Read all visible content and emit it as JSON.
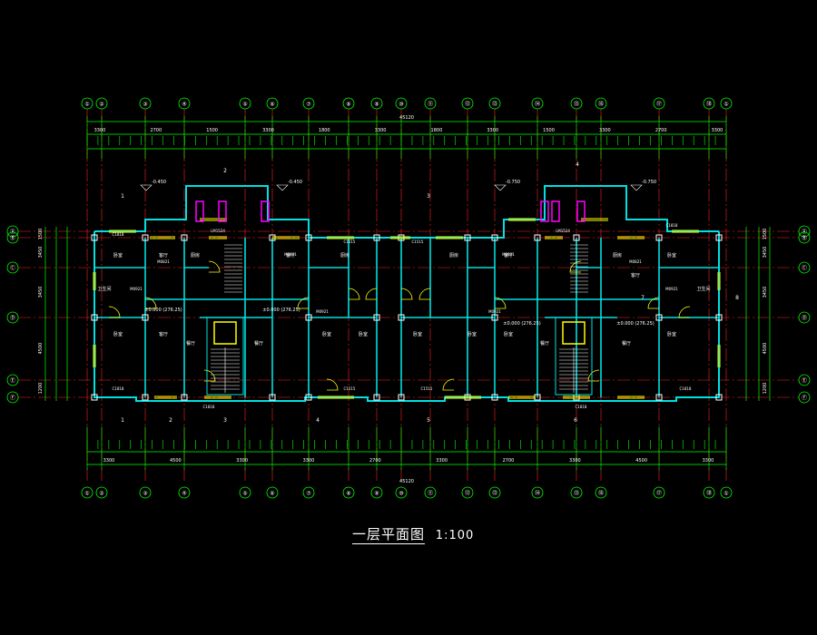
{
  "drawing": {
    "title": "一层平面图",
    "scale": "1:100",
    "colors": {
      "background": "#000000",
      "axis": "#ff2020",
      "dimension": "#00ff00",
      "wall": "#00e0e0",
      "window": "#ffff00",
      "door": "#ff00ff",
      "text": "#ffffff",
      "column": "#ffffff"
    }
  },
  "axes": {
    "top": [
      "①",
      "②",
      "③",
      "④",
      "⑤",
      "⑥",
      "⑦",
      "⑧",
      "⑨",
      "⑩",
      "⑪",
      "⑫",
      "⑬",
      "⑭",
      "⑮",
      "⑯",
      "⑰",
      "⑱"
    ],
    "side": [
      "Ⓐ",
      "Ⓑ",
      "Ⓒ",
      "Ⓓ",
      "Ⓔ",
      "Ⓕ"
    ]
  },
  "dimensions": {
    "top_overall": "45120",
    "bottom_overall": "45120",
    "top_row": [
      "3300",
      "2700",
      "1500",
      "3300",
      "1800",
      "3300",
      "1800",
      "3300",
      "1500",
      "3300",
      "2700",
      "3300"
    ],
    "bottom_row": [
      "3300",
      "4500",
      "3300",
      "3300",
      "2700",
      "3300",
      "2700",
      "3300",
      "4500",
      "3300"
    ],
    "side_left": [
      "1500",
      "3450",
      "3450",
      "4500",
      "1200"
    ],
    "side_right": [
      "1500",
      "3450",
      "3450",
      "4500",
      "1200"
    ]
  },
  "levels": {
    "left": "-0.450",
    "mid_left": "-0.450",
    "mid_right": "-0.750",
    "right": "-0.750",
    "floor_1": "±0.000 (276.25)",
    "floor_2": "±0.000 (276.25)",
    "floor_3": "±0.000 (276.25)",
    "floor_4": "±0.000 (276.25)"
  },
  "sections": [
    "1",
    "2",
    "3",
    "4",
    "5",
    "6",
    "7",
    "8"
  ],
  "labels": {
    "room_bedroom": "卧室",
    "room_living": "客厅",
    "room_kitchen": "厨房",
    "room_toilet": "卫生间",
    "room_dining": "餐厅",
    "window_c1": "C1818",
    "window_c2": "C1515",
    "door_m1": "M0921",
    "door_m2": "M0821",
    "door_lm": "LM1524"
  }
}
